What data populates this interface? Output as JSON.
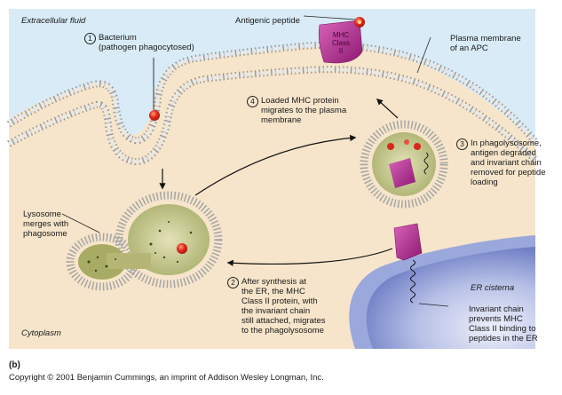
{
  "panel_label": "(b)",
  "copyright": "Copyright © 2001 Benjamin Cummings, an imprint of Addison Wesley Longman, Inc.",
  "regions": {
    "extracellular": "Extracellular fluid",
    "cytoplasm": "Cytoplasm",
    "er": "ER cisterna"
  },
  "labels": {
    "antigenic_peptide": "Antigenic peptide",
    "plasma_membrane": "Plasma membrane\nof an APC",
    "lysosome": "Lysosome\nmerges with\nphagosome",
    "invariant_chain": "Invariant chain\nprevents MHC\nClass II binding to\npeptides in the ER"
  },
  "mhc": {
    "line1": "MHC",
    "line2": "Class",
    "line3": "II"
  },
  "steps": [
    {
      "number": "1",
      "text": "Bacterium\n(pathogen phagocytosed)"
    },
    {
      "number": "2",
      "text": "After synthesis at\nthe ER, the MHC\nClass II protein, with\nthe invariant chain\nstill attached, migrates\nto the phagolysosome"
    },
    {
      "number": "3",
      "text": "In phagolysosome,\nantigen degraded\nand invariant chain\nremoved for peptide\nloading"
    },
    {
      "number": "4",
      "text": "Loaded MHC protein\nmigrates to the plasma\nmembrane"
    }
  ],
  "colors": {
    "extracellular": "#d6eaf5",
    "cytoplasm": "#f7e6cc",
    "er_lumen": "#8e9fd6",
    "er_membrane": "#a9b5e0",
    "mhc": "#b0308f",
    "bacterium": "#d8271e",
    "vesicle_fill": "#c9c98f"
  }
}
